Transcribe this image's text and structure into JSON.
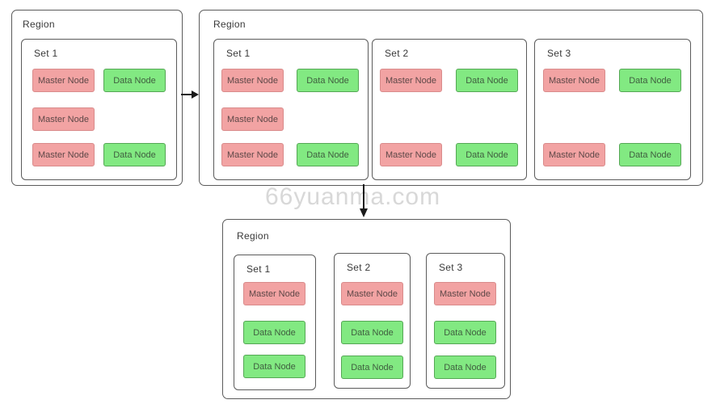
{
  "watermark": {
    "text": "66yuanma.com",
    "color": "#d8d8d8"
  },
  "colors": {
    "master_node_fill": "#f2a3a3",
    "master_node_border": "#d98b8b",
    "data_node_fill": "#82e982",
    "data_node_border": "#55a755",
    "box_border": "#5b5b5b",
    "arrow": "#1a1a1a"
  },
  "regions": [
    {
      "label": "Region",
      "sets": [
        {
          "label": "Set 1",
          "nodes": [
            {
              "type": "master",
              "label": "Master Node"
            },
            {
              "type": "data",
              "label": "Data Node"
            },
            {
              "type": "master",
              "label": "Master Node"
            },
            {
              "type": "master",
              "label": "Master Node"
            },
            {
              "type": "data",
              "label": "Data Node"
            }
          ]
        }
      ]
    },
    {
      "label": "Region",
      "sets": [
        {
          "label": "Set 1",
          "nodes": [
            {
              "type": "master",
              "label": "Master Node"
            },
            {
              "type": "data",
              "label": "Data Node"
            },
            {
              "type": "master",
              "label": "Master Node"
            },
            {
              "type": "master",
              "label": "Master Node"
            },
            {
              "type": "data",
              "label": "Data Node"
            }
          ]
        },
        {
          "label": "Set 2",
          "nodes": [
            {
              "type": "master",
              "label": "Master Node"
            },
            {
              "type": "data",
              "label": "Data Node"
            },
            {
              "type": "master",
              "label": "Master Node"
            },
            {
              "type": "data",
              "label": "Data Node"
            }
          ]
        },
        {
          "label": "Set 3",
          "nodes": [
            {
              "type": "master",
              "label": "Master Node"
            },
            {
              "type": "data",
              "label": "Data Node"
            },
            {
              "type": "master",
              "label": "Master Node"
            },
            {
              "type": "data",
              "label": "Data Node"
            }
          ]
        }
      ]
    },
    {
      "label": "Region",
      "sets": [
        {
          "label": "Set 1",
          "nodes": [
            {
              "type": "master",
              "label": "Master Node"
            },
            {
              "type": "data",
              "label": "Data Node"
            },
            {
              "type": "data",
              "label": "Data Node"
            }
          ]
        },
        {
          "label": "Set 2",
          "nodes": [
            {
              "type": "master",
              "label": "Master Node"
            },
            {
              "type": "data",
              "label": "Data Node"
            },
            {
              "type": "data",
              "label": "Data Node"
            }
          ]
        },
        {
          "label": "Set 3",
          "nodes": [
            {
              "type": "master",
              "label": "Master Node"
            },
            {
              "type": "data",
              "label": "Data Node"
            },
            {
              "type": "data",
              "label": "Data Node"
            }
          ]
        }
      ]
    }
  ]
}
